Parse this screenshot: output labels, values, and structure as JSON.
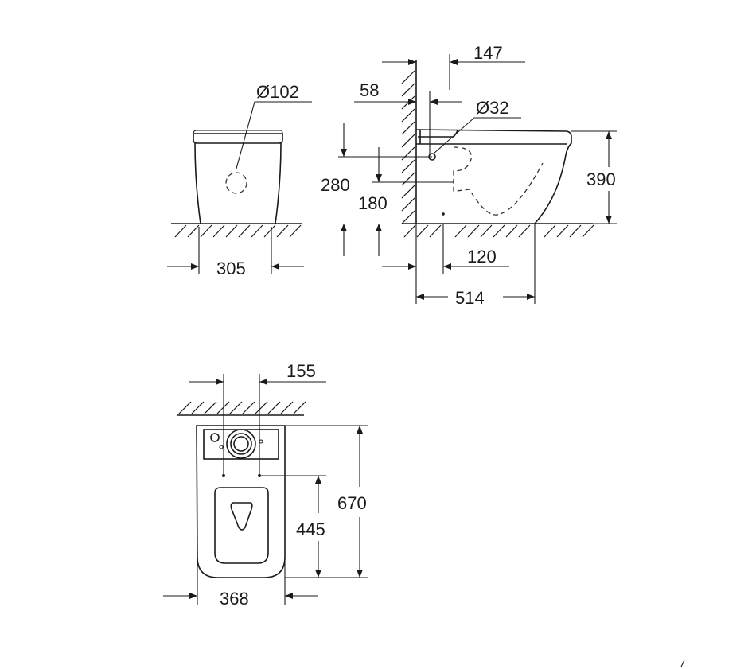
{
  "dimensions": {
    "d305": "305",
    "d102": "Ø102",
    "d58": "58",
    "d147": "147",
    "d32": "Ø32",
    "d280": "280",
    "d180": "180",
    "d390": "390",
    "d120": "120",
    "d514": "514",
    "d155": "155",
    "d670": "670",
    "d445": "445",
    "d368": "368"
  },
  "colors": {
    "line": "#1a1a1a",
    "background": "#ffffff"
  }
}
